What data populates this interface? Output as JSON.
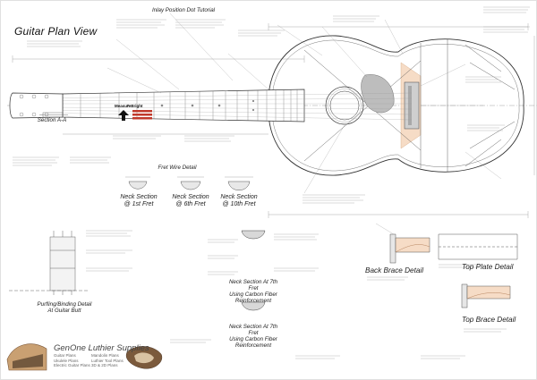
{
  "sheet": {
    "title": "Guitar Plan View"
  },
  "labels": {
    "section_aa": "Section A-A",
    "fret_wire_detail": "Fret Wire Detail",
    "purfling_detail": "Purfling/Binding Detail\nAt Guitar Butt",
    "neck_7th_fret_a": "Neck Section At 7th Fret\nUsing Carbon Fiber\nReinforcement",
    "neck_7th_fret_b": "Neck Section At 7th Fret\nUsing Carbon Fiber\nReinforcement",
    "inlay_tutorial": "Inlay Position Dot Tutorial"
  },
  "neck_sections": [
    {
      "line1": "Neck Section",
      "line2": "@ 1st Fret"
    },
    {
      "line1": "Neck Section",
      "line2": "@ 6th Fret"
    },
    {
      "line1": "Neck Section",
      "line2": "@ 10th Fret"
    }
  ],
  "details": {
    "back_brace": "Back Brace Detail",
    "top_plate": "Top Plate Detail",
    "top_brace": "Top Brace Detail"
  },
  "brand": {
    "name": "GenOne Luthier Supplies",
    "col1": [
      "Guitar Plans",
      "Ukulele Plans",
      "Electric Guitar Plans"
    ],
    "col2": [
      "Mandolin Plans",
      "Luthier Tool Plans",
      "3D & 2D Plans"
    ]
  },
  "logo": {
    "line1": "MeasureBright"
  },
  "colors": {
    "line": "#333333",
    "dim": "#777777",
    "peach": "#f6dcc6",
    "gray_fill": "#bdbdbd",
    "light_gray": "#dedede"
  }
}
